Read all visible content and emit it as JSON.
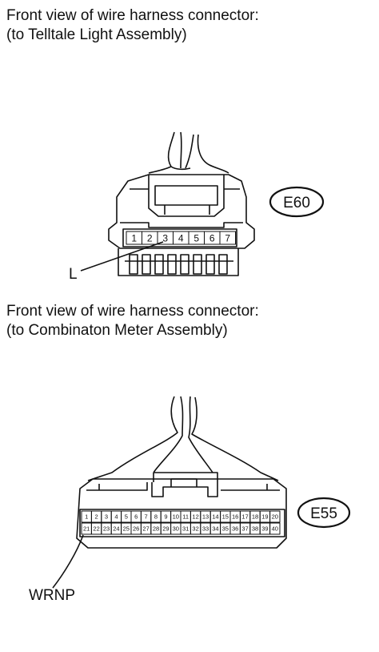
{
  "sections": [
    {
      "caption_line1": "Front view of wire harness connector:",
      "caption_line2": "(to Telltale Light Assembly)",
      "connector_id": "E60",
      "pins": [
        "1",
        "2",
        "3",
        "4",
        "5",
        "6",
        "7"
      ],
      "wire_label": "L"
    },
    {
      "caption_line1": "Front view of wire harness connector:",
      "caption_line2": "(to Combinaton Meter Assembly)",
      "connector_id": "E55",
      "pins_row1": [
        "1",
        "2",
        "3",
        "4",
        "5",
        "6",
        "7",
        "8",
        "9",
        "10",
        "11",
        "12",
        "13",
        "14",
        "15",
        "16",
        "17",
        "18",
        "19",
        "20"
      ],
      "pins_row2": [
        "21",
        "22",
        "23",
        "24",
        "25",
        "26",
        "27",
        "28",
        "29",
        "30",
        "31",
        "32",
        "33",
        "34",
        "35",
        "36",
        "37",
        "38",
        "39",
        "40"
      ],
      "wire_label": "WRNP"
    }
  ]
}
